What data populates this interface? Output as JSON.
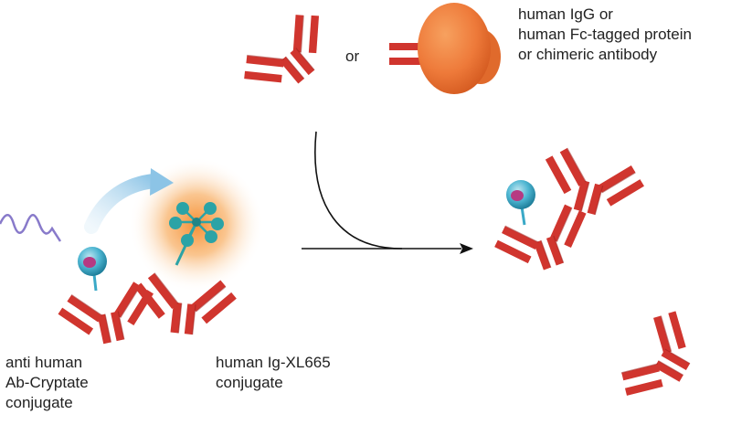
{
  "labels": {
    "or": "or",
    "target": [
      "human IgG or",
      "human Fc-tagged protein",
      "or chimeric antibody"
    ],
    "cryptate_conjugate": [
      "anti human",
      "Ab-Cryptate",
      "conjugate"
    ],
    "xl665_conjugate": [
      "human Ig-XL665",
      "conjugate"
    ]
  },
  "colors": {
    "antibody": "#d0352e",
    "antibody_dark": "#9e1f1b",
    "fc_protein": "#ee7a3a",
    "cryptate": "#3aa9c7",
    "cryptate_core": "#b63a82",
    "xl665": "#2ba3a6",
    "glow": "#f6a24a",
    "light_wave": "#7b6bc4",
    "arrow": "#111111"
  },
  "icons": [
    "antibody-icon",
    "fc-tagged-protein-icon",
    "cryptate-icon",
    "xl665-fluorophore-icon",
    "excitation-wave-icon",
    "energy-transfer-arrow-icon",
    "reaction-arrow-icon"
  ]
}
